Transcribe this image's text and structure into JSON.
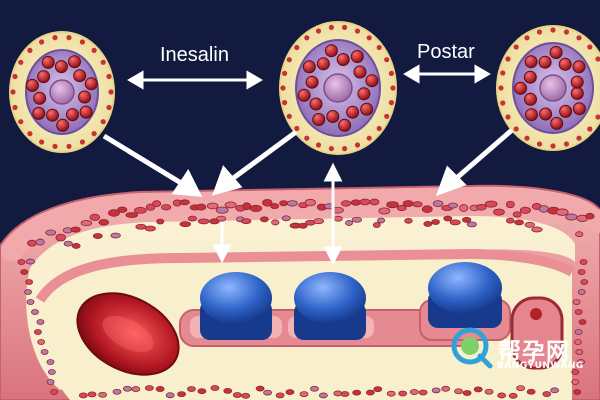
{
  "labels": {
    "left": "Inesalin",
    "right": "Postar"
  },
  "watermark": {
    "title": "帮孕网",
    "subtitle": "BANGYUNWANG",
    "logo_color": "#2fa3d8"
  },
  "colors": {
    "background": "#121a3f",
    "vessel_wall": "#e98f95",
    "lumen": "#faf3d4",
    "blood_cell": "#b4202a",
    "receptor_dome": "#2f64c9",
    "cell_membrane": "#9a7cc4",
    "nucleus": "#c08fca"
  }
}
